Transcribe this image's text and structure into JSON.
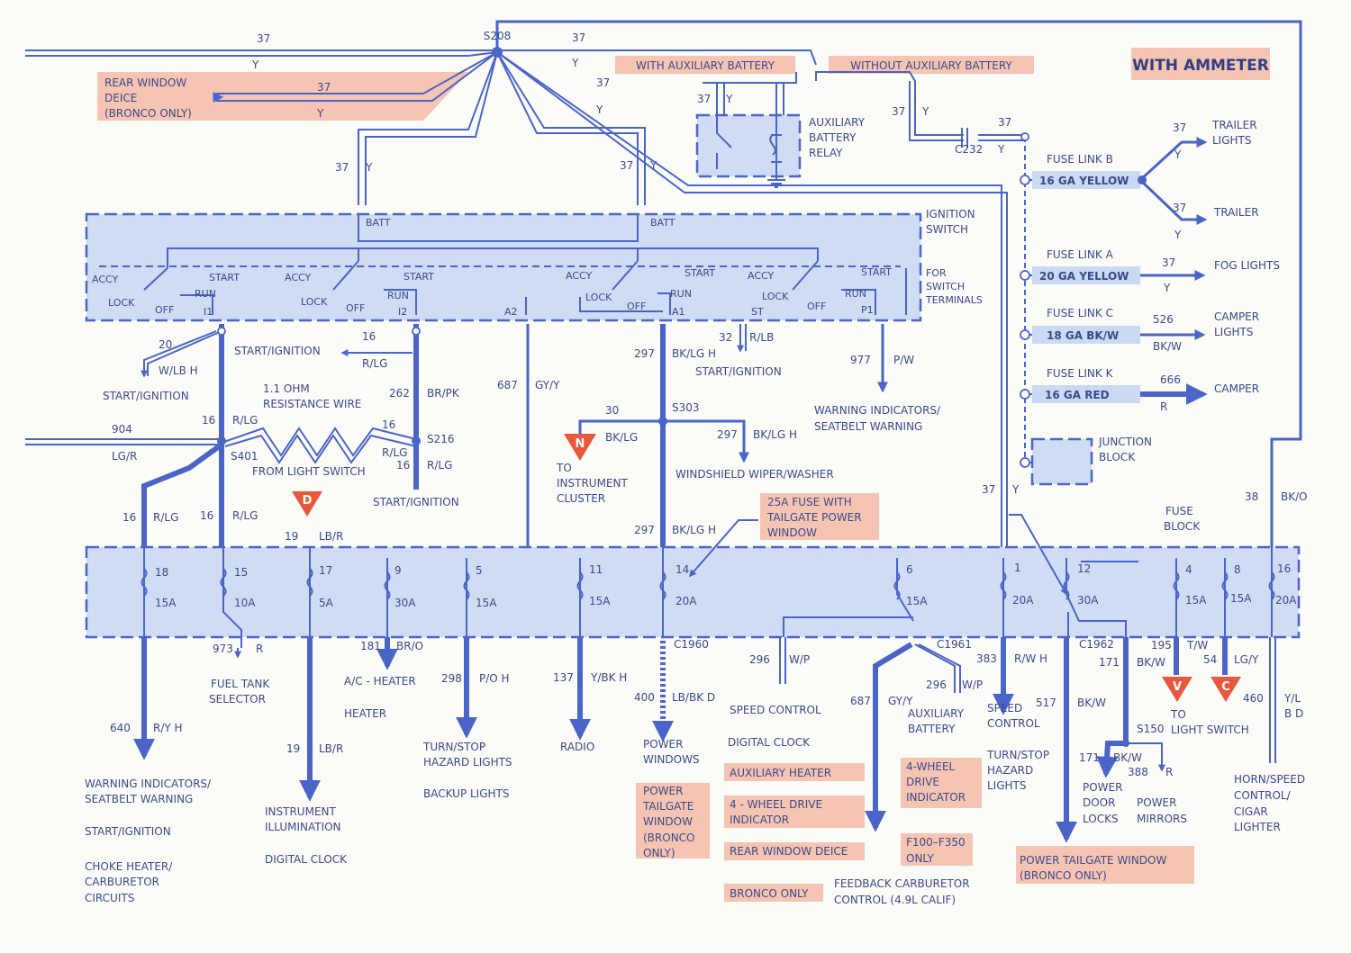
{
  "header": {
    "with_ammeter": "WITH AMMETER",
    "with_aux_battery": "WITH AUXILIARY BATTERY",
    "without_aux_battery": "WITHOUT AUXILIARY BATTERY"
  },
  "splices": {
    "s208": "S208",
    "s216": "S216",
    "s401": "S401",
    "s303": "S303",
    "s150": "S150"
  },
  "connectors": {
    "c232": "C232",
    "c1960": "C1960",
    "c1961": "C1961",
    "c1962": "C1962"
  },
  "rear_deice": {
    "line1": "REAR WINDOW",
    "line2": "DEICE",
    "line3": "(BRONCO ONLY)"
  },
  "aux_relay": {
    "line1": "AUXILIARY",
    "line2": "BATTERY",
    "line3": "RELAY"
  },
  "ignition": {
    "title1": "IGNITION",
    "title2": "SWITCH",
    "note1": "FOR",
    "note2": "SWITCH",
    "note3": "TERMINALS",
    "batt": "BATT",
    "accy": "ACCY",
    "lock": "LOCK",
    "off": "OFF",
    "run": "RUN",
    "start": "START",
    "terminals": [
      "I1",
      "I2",
      "A2",
      "A1",
      "ST",
      "P1"
    ]
  },
  "fuse_links": [
    {
      "name": "FUSE LINK B",
      "gauge": "16 GA YELLOW"
    },
    {
      "name": "FUSE LINK A",
      "gauge": "20 GA YELLOW"
    },
    {
      "name": "FUSE LINK C",
      "gauge": "18 GA BK/W"
    },
    {
      "name": "FUSE LINK K",
      "gauge": "16 GA  RED"
    }
  ],
  "right_loads": {
    "trailer_lights1": "TRAILER",
    "trailer_lights2": "LIGHTS",
    "trailer": "TRAILER",
    "fog": "FOG LIGHTS",
    "camper_lights1": "CAMPER",
    "camper_lights2": "LIGHTS",
    "camper": "CAMPER",
    "junction1": "JUNCTION",
    "junction2": "BLOCK"
  },
  "mid_labels": {
    "start_ign": "START/IGNITION",
    "resistance1": "1.1 OHM",
    "resistance2": "RESISTANCE WIRE",
    "from_light_switch": "FROM LIGHT SWITCH",
    "to": "TO",
    "instrument": "INSTRUMENT",
    "cluster": "CLUSTER",
    "wiper": "WINDSHIELD WIPER/WASHER",
    "warn1": "WARNING INDICATORS/",
    "warn2": "SEATBELT WARNING",
    "fuse25_1": "25A FUSE WITH",
    "fuse25_2": "TAILGATE POWER",
    "fuse25_3": "WINDOW",
    "fuse_block1": "FUSE",
    "fuse_block2": "BLOCK"
  },
  "wires": {
    "w37": "37",
    "wY": "Y",
    "w20": "20",
    "wWLB": "W/LB H",
    "w16": "16",
    "wRLG": "R/LG",
    "w904": "904",
    "wLGR": "LG/R",
    "w262": "262",
    "wBRPK": "BR/PK",
    "w687": "687",
    "wGYY": "GY/Y",
    "w297": "297",
    "wBKLG": "BK/LG H",
    "w32": "32",
    "wRLB": "R/LB",
    "w977": "977",
    "wPW": "P/W",
    "w30": "30",
    "wBKLG2": "BK/LG",
    "w19": "19",
    "wLBR": "LB/R",
    "w38": "38",
    "wBKO": "BK/O",
    "w526": "526",
    "wBKW": "BK/W",
    "w666": "666",
    "wR": "R"
  },
  "fuses": [
    {
      "num": "18",
      "amp": "15A"
    },
    {
      "num": "15",
      "amp": "10A"
    },
    {
      "num": "17",
      "amp": "5A"
    },
    {
      "num": "9",
      "amp": "30A"
    },
    {
      "num": "5",
      "amp": "15A"
    },
    {
      "num": "11",
      "amp": "15A"
    },
    {
      "num": "14",
      "amp": "20A"
    },
    {
      "num": "6",
      "amp": "15A"
    },
    {
      "num": "1",
      "amp": "20A"
    },
    {
      "num": "12",
      "amp": "30A"
    },
    {
      "num": "4",
      "amp": "15A"
    },
    {
      "num": "8",
      "amp": "15A"
    },
    {
      "num": "16",
      "amp": "20A"
    }
  ],
  "bottom": {
    "w640": "640",
    "wRYH": "R/Y  H",
    "warn1": "WARNING INDICATORS/",
    "warn2": "SEATBELT WARNING",
    "start": "START/IGNITION",
    "choke1": "CHOKE HEATER/",
    "choke2": "CARBURETOR",
    "choke3": "CIRCUITS",
    "w973": "973",
    "wR": "R",
    "fuel1": "FUEL TANK",
    "fuel2": "SELECTOR",
    "w19": "19",
    "wLBR": "LB/R",
    "instr1": "INSTRUMENT",
    "instr2": "ILLUMINATION",
    "clock": "DIGITAL CLOCK",
    "w181": "181",
    "wBRO": "BR/O",
    "ac": "A/C - HEATER",
    "heater": "HEATER",
    "w298": "298",
    "wPOH": "P/O  H",
    "turn1": "TURN/STOP",
    "turn2": "HAZARD LIGHTS",
    "backup": "BACKUP LIGHTS",
    "w137": "137",
    "wYBKH": "Y/BK  H",
    "radio": "RADIO",
    "w400": "400",
    "wLBBKD": "LB/BK  D",
    "pw1": "POWER",
    "pw2": "WINDOWS",
    "ptg1": "POWER",
    "ptg2": "TAILGATE",
    "ptg3": "WINDOW",
    "ptg4": "(BRONCO",
    "ptg5": "ONLY)",
    "w296": "296",
    "wWP": "W/P",
    "speed": "SPEED CONTROL",
    "dclock": "DIGITAL CLOCK",
    "auxheater": "AUXILIARY HEATER",
    "fwd1": "4 - WHEEL DRIVE",
    "fwd2": "INDICATOR",
    "reardeice": "REAR WINDOW DEICE",
    "bronco": "BRONCO ONLY",
    "w687": "687",
    "wGYY": "GY/Y",
    "feedback1": "FEEDBACK CARBURETOR",
    "feedback2": "CONTROL (4.9L CALIF)",
    "auxbatt1": "AUXILIARY",
    "auxbatt2": "BATTERY",
    "fwdi1": "4-WHEEL",
    "fwdi2": "DRIVE",
    "fwdi3": "INDICATOR",
    "f100_1": "F100–F350",
    "f100_2": "ONLY",
    "w383": "383",
    "wRWH": "R/W  H",
    "sc1": "SPEED",
    "sc2": "CONTROL",
    "w517": "517",
    "wBKW": "BK/W",
    "hz1": "TURN/STOP",
    "hz2": "HAZARD",
    "hz3": "LIGHTS",
    "ptw1": "POWER TAILGATE WINDOW",
    "ptw2": "(BRONCO ONLY)",
    "w171": "171",
    "w195": "195",
    "wTW": "T/W",
    "w54": "54",
    "wLGY": "LG/Y",
    "tols1": "TO",
    "tols2": "LIGHT SWITCH",
    "pdl1": "POWER",
    "pdl2": "DOOR",
    "pdl3": "LOCKS",
    "w388": "388",
    "pm1": "POWER",
    "pm2": "MIRRORS",
    "w460": "460",
    "wYL": "Y/L",
    "wBD": "B  D",
    "horn1": "HORN/SPEED",
    "horn2": "CONTROL/",
    "horn3": "CIGAR",
    "horn4": "LIGHTER"
  },
  "triangles": {
    "d": "D",
    "n": "N",
    "v": "V",
    "c": "C"
  },
  "colors": {
    "wire": "#4a64c8",
    "highlight": "#f6c4b2",
    "panel": "#cfdcf3",
    "connector_triangle": "#e8583c"
  }
}
